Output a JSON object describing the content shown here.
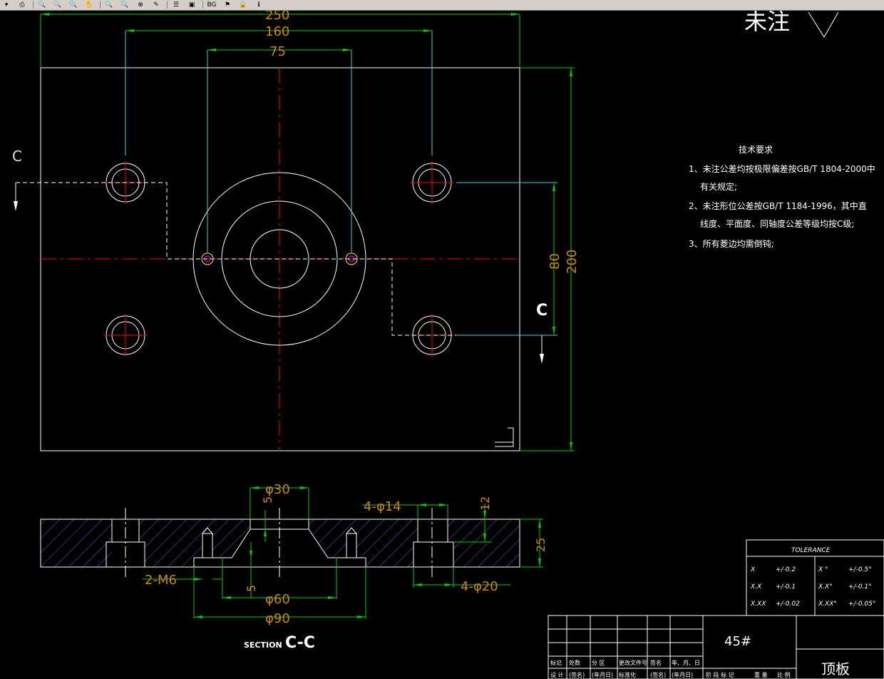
{
  "toolbar": {
    "buttons": [
      {
        "name": "menu-dropdown-icon",
        "glyph": "▾"
      },
      {
        "name": "print-icon",
        "glyph": "⎙"
      },
      {
        "name": "zoom-realtime-icon",
        "glyph": "🔍"
      },
      {
        "name": "zoom-window-icon",
        "glyph": "🔍"
      },
      {
        "name": "zoom-previous-icon",
        "glyph": "🔍"
      },
      {
        "name": "pan-icon",
        "glyph": "✋"
      },
      {
        "name": "zoom-in-icon",
        "glyph": "🔍"
      },
      {
        "name": "zoom-out-icon",
        "glyph": "🔍"
      },
      {
        "name": "zoom-extents-icon",
        "glyph": "⊕"
      },
      {
        "name": "brush-icon",
        "glyph": "✎"
      },
      {
        "name": "layer-icon",
        "glyph": "☰"
      },
      {
        "name": "floppy-icon",
        "glyph": "▣"
      },
      {
        "name": "text-bg-button",
        "glyph": "BG"
      },
      {
        "name": "stamp-icon",
        "glyph": "⚑"
      },
      {
        "name": "lock-icon",
        "glyph": "🔒"
      },
      {
        "name": "info-icon",
        "glyph": "ℹ"
      }
    ]
  },
  "drawing": {
    "dims": {
      "w250": "250",
      "w160": "160",
      "w75": "75",
      "h200": "200",
      "h80": "80",
      "phi30": "φ30",
      "d5a": "5",
      "thread": "4-φ14",
      "d12": "12",
      "d25": "25",
      "m6": "2-M6",
      "d5b": "5",
      "phi60": "φ60",
      "phi90": "φ90",
      "cbore": "4-φ20"
    },
    "section_left_label": "C",
    "section_right_label": "C",
    "section_caption_small": "SECTION",
    "section_caption_big": "C-C",
    "surface_note": "未注",
    "tech_req": {
      "title": "技术要求",
      "lines": [
        "1、未注公差均按极限偏差按GB/T 1804-2000中",
        "有关规定;",
        "2、未注形位公差按GB/T 1184-1996，其中直",
        "线度、平面度、同轴度公差等级均按C级;",
        "3、所有菱边均需倒钝;"
      ]
    },
    "tolerance": {
      "title": "TOLERANCE",
      "rows": [
        [
          "X",
          "+/-0.2",
          "X °",
          "+/-0.5°"
        ],
        [
          "X.X",
          "+/-0.1",
          "X.X°",
          "+/-0.1°"
        ],
        [
          "X.XX",
          "+/-0.02",
          "X.XX°",
          "+/-0.05°"
        ]
      ]
    },
    "title_block": {
      "material": "45#",
      "part_name": "顶板",
      "header_cells": [
        "标记",
        "处数",
        "分 区",
        "更改文件号",
        "签名",
        "年、月、日"
      ],
      "row2_cells": [
        "设 计",
        "(签名)",
        "(年月日)",
        "标准化",
        "(签名)",
        "(年月日)"
      ],
      "right_cells": [
        "阶 段 标 记",
        "重 量",
        "比 例"
      ]
    }
  },
  "colors": {
    "dim": "#00cc00",
    "text": "#cc8800",
    "center": "#ff0000",
    "ext": "#22dddd",
    "outline": "#ffffff",
    "hatch": "#3a6fd8",
    "hole_mark": "#ff00ff"
  }
}
